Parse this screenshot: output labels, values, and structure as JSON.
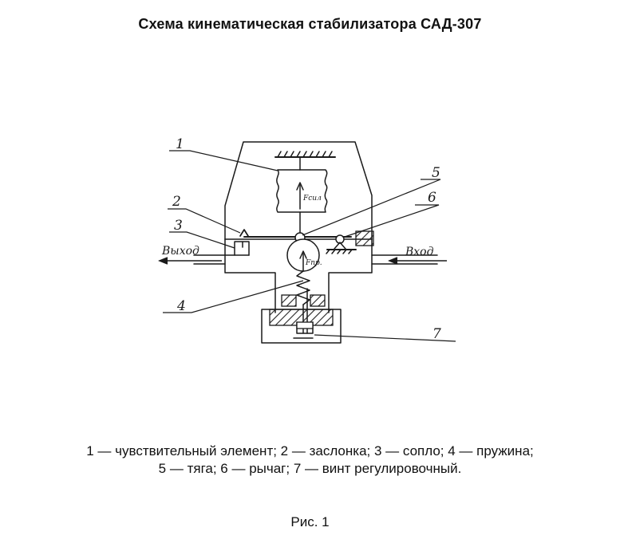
{
  "title": "Схема кинематическая стабилизатора САД-307",
  "diagram": {
    "callouts": [
      "1",
      "2",
      "3",
      "4",
      "5",
      "6",
      "7"
    ],
    "port_out": "Выход",
    "port_in": "Вход",
    "force_sens": "Fсил",
    "force_spring": "Fпр."
  },
  "legend": {
    "line1": "1 — чувствительный элемент; 2 — заслонка; 3 — сопло; 4 — пружина;",
    "line2": "5 — тяга; 6 — рычаг; 7 — винт регулировочный."
  },
  "figure_caption": "Рис. 1"
}
